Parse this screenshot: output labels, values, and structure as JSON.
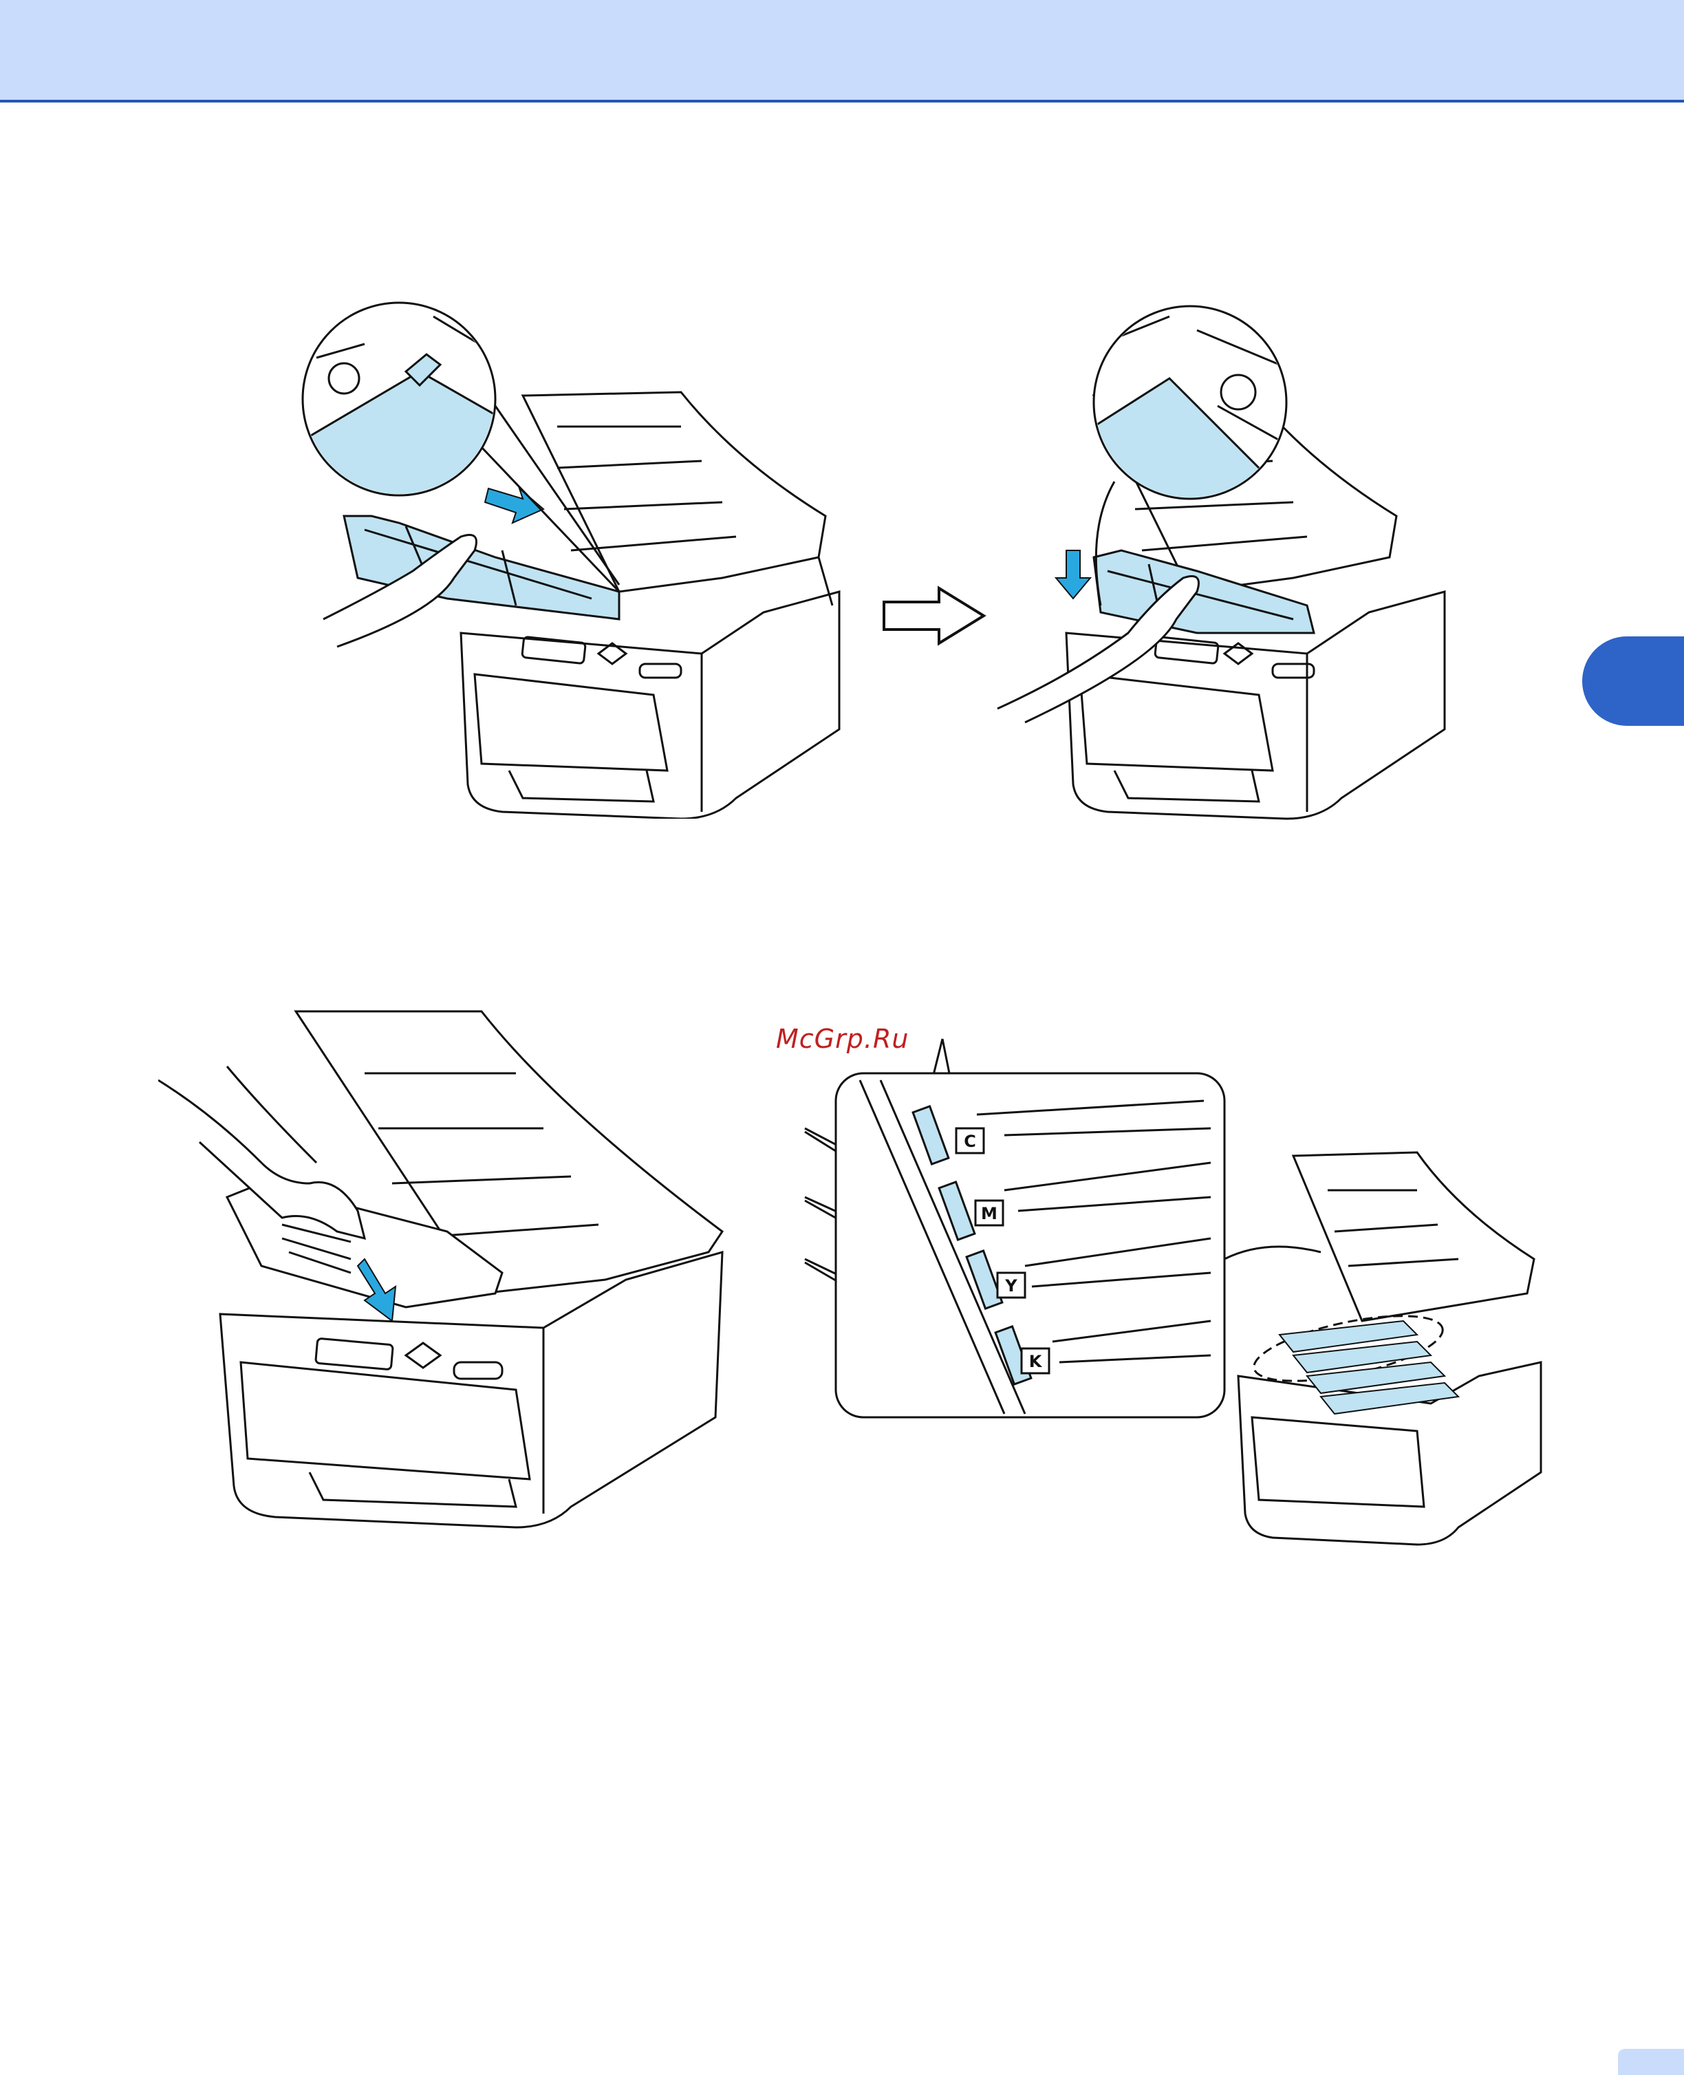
{
  "watermark": {
    "text": "McGrp.Ru"
  },
  "colors": {
    "header_band": "#c9dcfb",
    "header_rule": "#2456b8",
    "chapter_tab": "#2e63c8",
    "part_highlight": "#bfe3f2",
    "motion_arrow": "#29a8e0"
  },
  "icons": {
    "step_arrow": "outline-right-arrow",
    "push_arrow": "blue-arrow",
    "printer": "color-laser-printer"
  }
}
